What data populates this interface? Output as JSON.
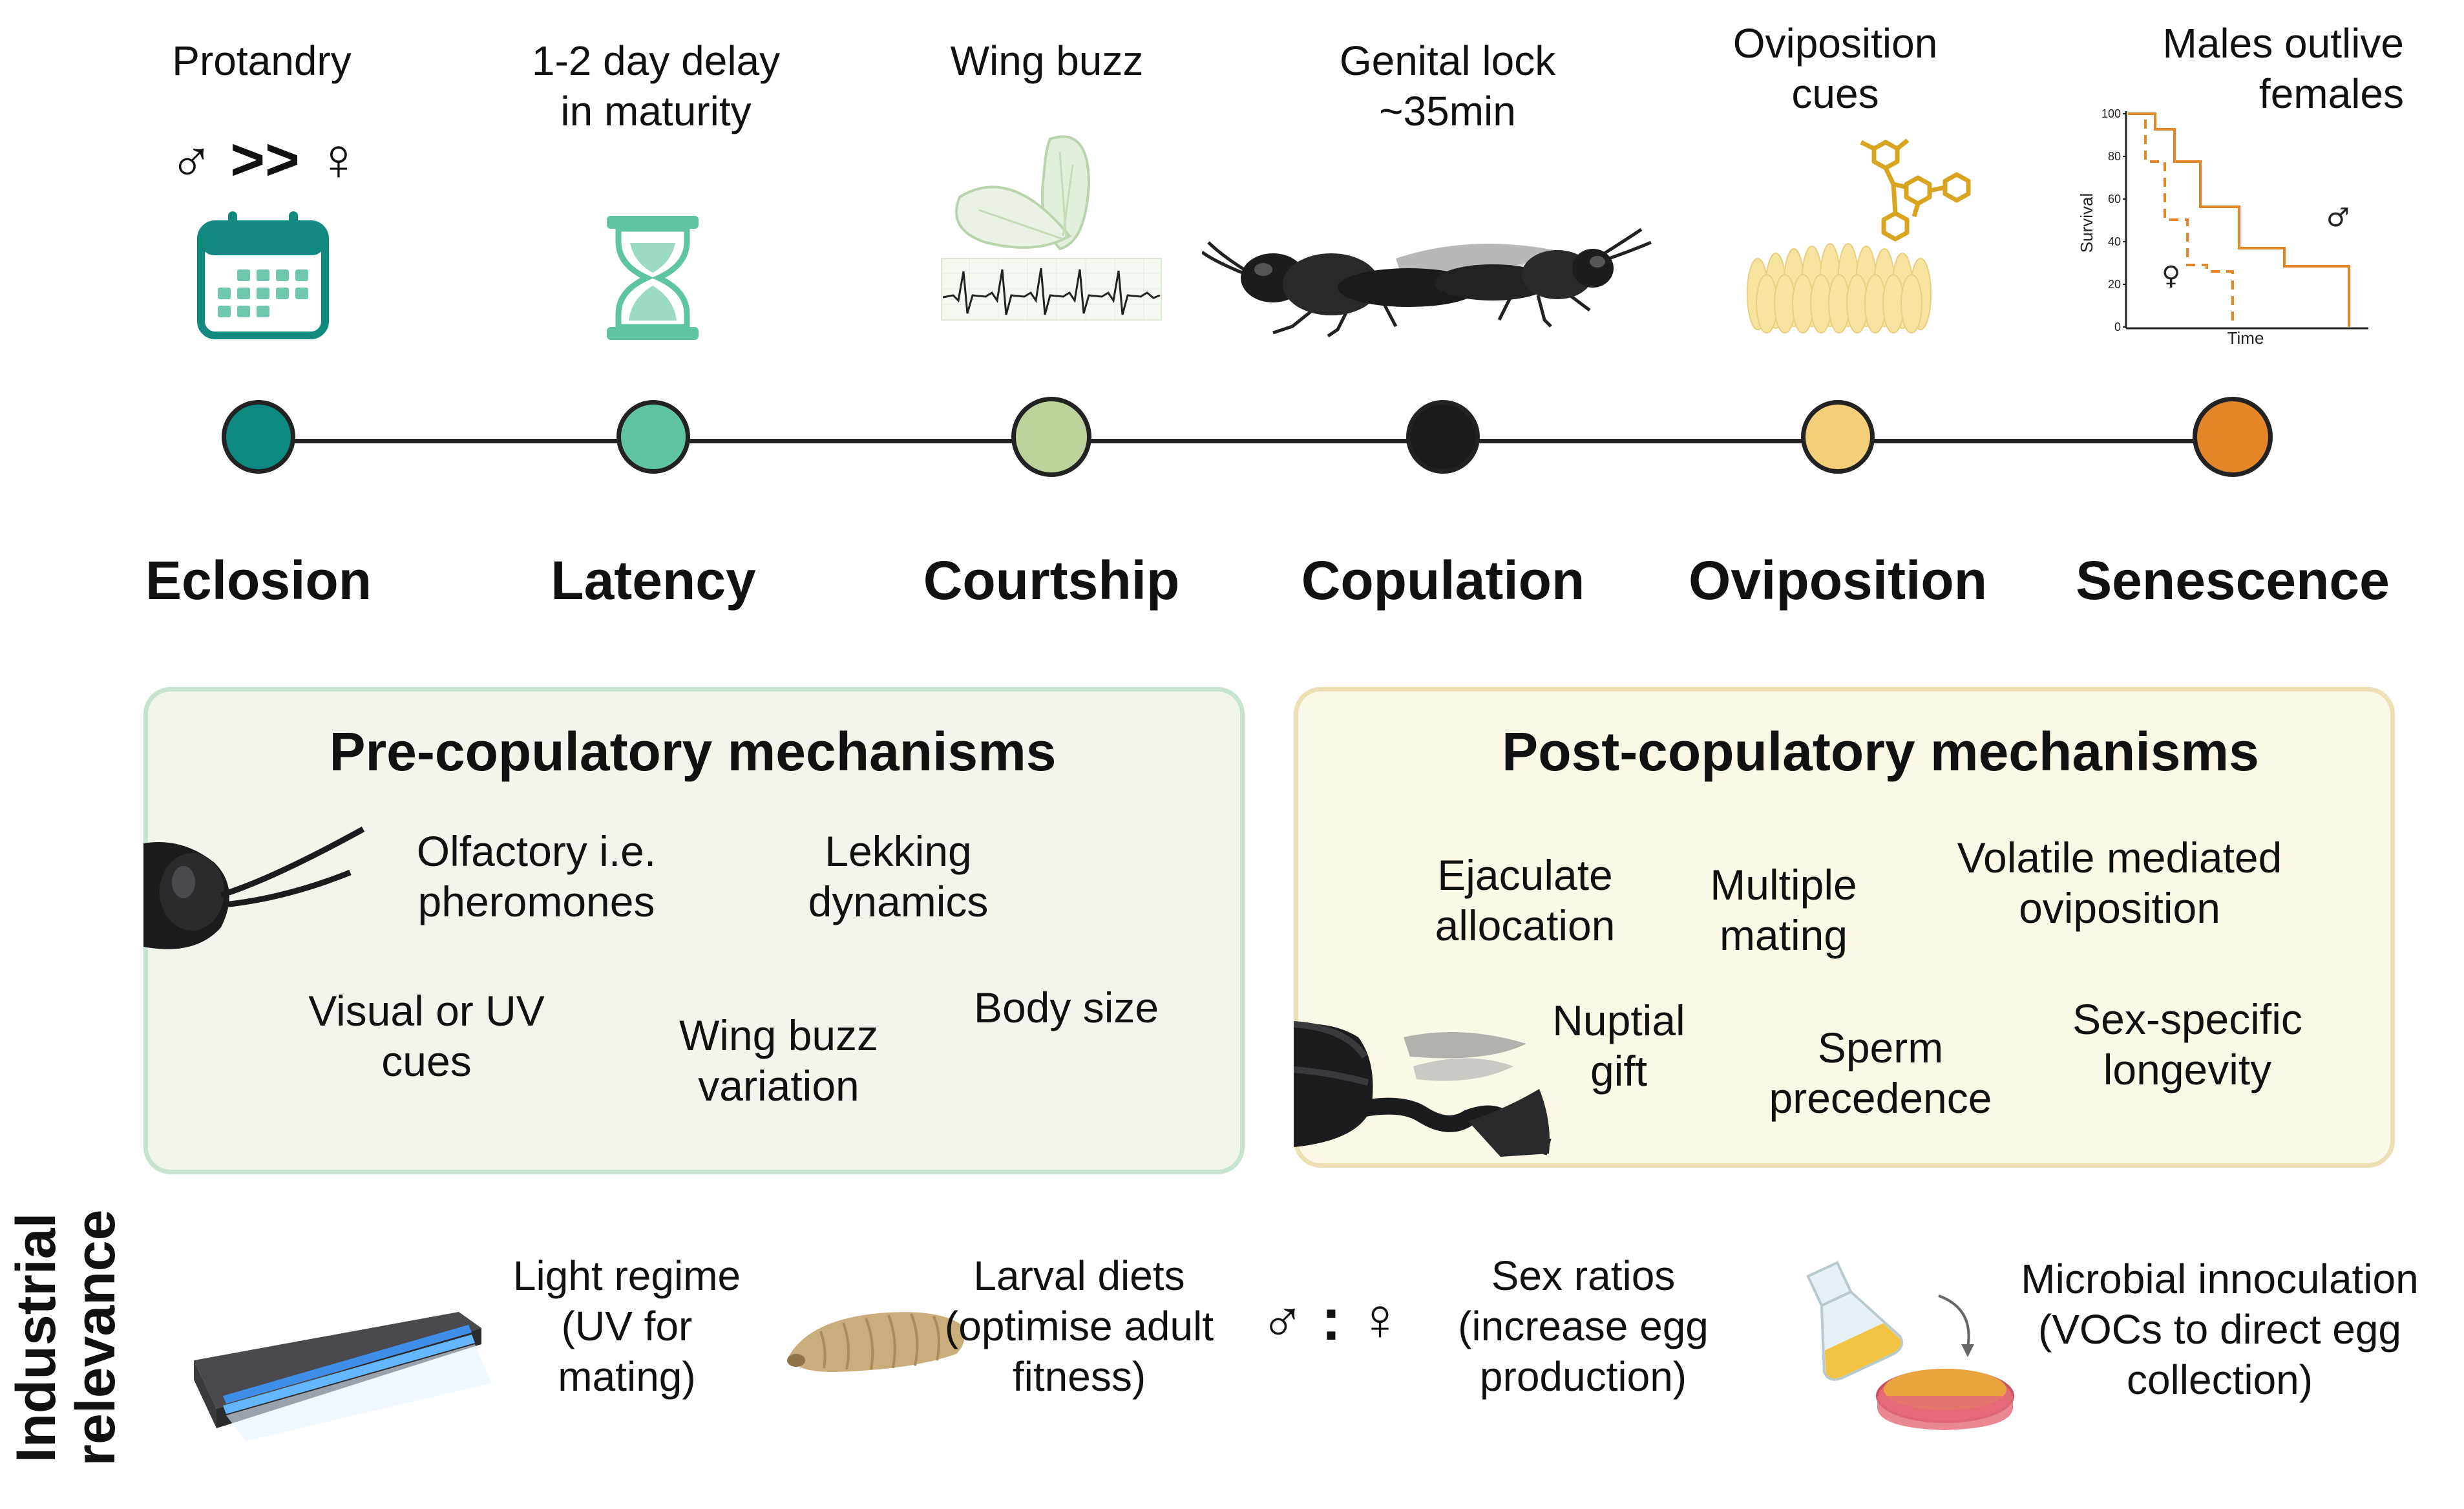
{
  "timeline": {
    "captions": [
      {
        "text": "Protandry"
      },
      {
        "text": "1-2 day delay in maturity"
      },
      {
        "text": "Wing buzz"
      },
      {
        "text": "Genital lock ~35min"
      },
      {
        "text": "Oviposition cues"
      },
      {
        "text": "Males outlive females"
      }
    ],
    "protandry_symbols": "♂ >> ♀",
    "stages": [
      {
        "label": "Eclosion",
        "color": "#0f8a80"
      },
      {
        "label": "Latency",
        "color": "#5fc4a2"
      },
      {
        "label": "Courtship",
        "color": "#bdd39c"
      },
      {
        "label": "Copulation",
        "color": "#1a1a1a"
      },
      {
        "label": "Oviposition",
        "color": "#f3cf79"
      },
      {
        "label": "Senescence",
        "color": "#e5852a"
      }
    ]
  },
  "survival_plot": {
    "ylabel": "Survival",
    "xlabel": "Time",
    "yticks": [
      "100",
      "80",
      "60",
      "40",
      "20",
      "0"
    ],
    "male_symbol": "♂",
    "female_symbol": "♀"
  },
  "pre_copulatory": {
    "title": "Pre-copulatory mechanisms",
    "items": [
      "Olfactory i.e. pheromones",
      "Lekking dynamics",
      "Visual or UV cues",
      "Wing buzz variation",
      "Body size"
    ],
    "border_color": "#c7e2cf",
    "fill_color": "#f1f5ec"
  },
  "post_copulatory": {
    "title": "Post-copulatory mechanisms",
    "items": [
      "Ejaculate allocation",
      "Multiple mating",
      "Volatile mediated oviposition",
      "Nuptial gift",
      "Sperm precedence",
      "Sex-specific longevity"
    ],
    "border_color": "#ede0b5",
    "fill_color": "#fbf8e7"
  },
  "industrial": {
    "label": "Industrial relevance",
    "items": [
      "Light regime (UV for mating)",
      "Larval diets (optimise adult fitness)",
      "Sex ratios (increase egg production)",
      "Microbial innoculation (VOCs to direct egg collection)"
    ],
    "sex_ratio_symbol": "♂ : ♀"
  }
}
